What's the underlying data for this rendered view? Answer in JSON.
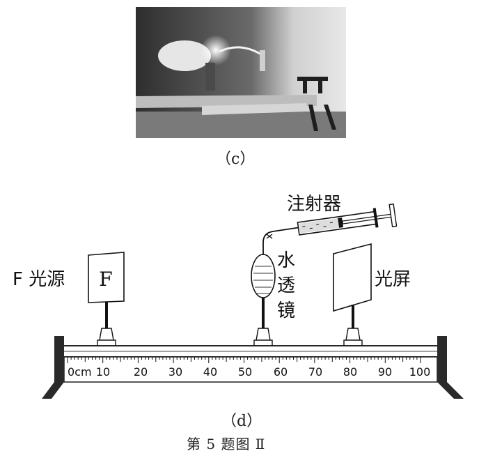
{
  "figure": {
    "caption_c": "（c）",
    "caption_d": "（d）",
    "figure_title": "第 5 题图 Ⅱ"
  },
  "labels": {
    "light_source": "F 光源",
    "source_letter": "F",
    "water_lens": "水透镜",
    "screen": "光屏",
    "syringe": "注射器"
  },
  "ruler": {
    "unit_label": "0cm",
    "ticks": [
      "10",
      "20",
      "30",
      "40",
      "50",
      "60",
      "70",
      "80",
      "90",
      "100"
    ]
  },
  "colors": {
    "ink": "#1a1a1a",
    "photo_dark": "#3a3a3a",
    "photo_light": "#d8d8d8"
  }
}
